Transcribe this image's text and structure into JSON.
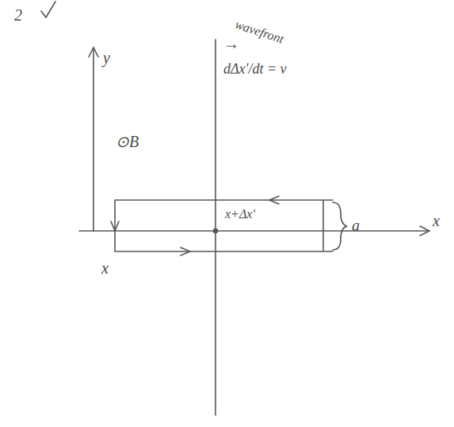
{
  "diagram": {
    "labels": [
      "2",
      "y",
      "⊙B",
      "wavefront",
      "→",
      "dΔx'/dt = v",
      "x",
      "x+Δx'",
      "a",
      "x"
    ]
  }
}
